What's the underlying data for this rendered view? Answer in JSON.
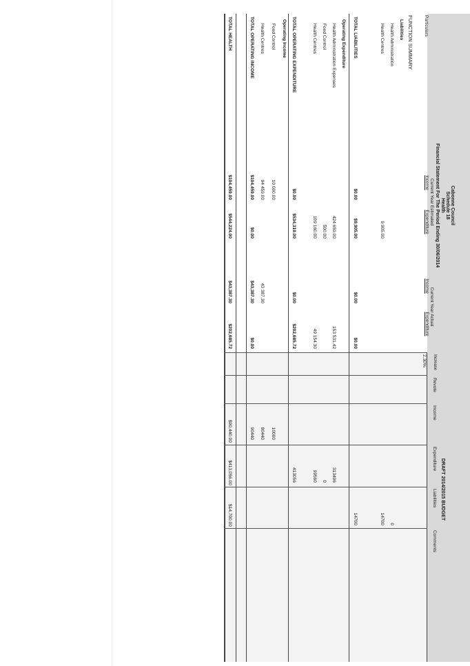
{
  "header": {
    "council": "Cabonne Council",
    "schedule": "Schedule 18",
    "function": "Health",
    "statement": "Financial Statement For The Period Ending 30/06/2014",
    "estimated_group": "Current Year Estimated",
    "est_income": "Income",
    "est_expenditure": "Expenditure",
    "actual_group": "Current Year Actual",
    "act_income": "Income",
    "act_expenditure": "Expenditure",
    "particulars": "Particulars",
    "draft": "DRAFT 2014/2015 BUDGET"
  },
  "columns": {
    "increase": "Increase",
    "revote": "Revote",
    "income": "Income",
    "expenditure": "Expenditure",
    "liabilities": "Liabilities",
    "comments": "Comments",
    "increase_rate": "2.30%"
  },
  "rows": {
    "function_summary": "FUNCTION SUMMARY",
    "liabilities": "Liabilities",
    "health_admin": "Health Administration",
    "health_centres": "Health Centres",
    "total_liabilities": "TOTAL LIABILITIES",
    "operating_expenditure": "Operating Expenditure",
    "health_admin_expenses": "Health Administration Expenses",
    "food_control": "Food Control",
    "total_operating_expenditure": "TOTAL OPERATING EXPENDITURE",
    "operating_income": "Operating Income",
    "total_operating_income": "TOTAL OPERATING INCOME",
    "total_health": "TOTAL HEALTH"
  },
  "values": {
    "est_inc": {
      "total_liabilities": "$0.00",
      "total_operating_expenditure": "$0.00",
      "food_control": "10 000.00",
      "health_centres": "94 459.00",
      "total_operating_income": "$104,459.00",
      "total_health": "$104,459.00"
    },
    "est_exp": {
      "health_centres_liab": "9 905.00",
      "total_liabilities": "$9,905.00",
      "health_admin_expenses": "424 659.00",
      "food_control": "500.00",
      "health_centres": "109 160.00",
      "total_operating_expenditure": "$534,319.00",
      "total_operating_income": "$0.00",
      "total_health": "$544,224.00"
    },
    "act_inc": {
      "total_liabilities": "$0.00",
      "total_operating_expenditure": "$0.00",
      "health_centres": "43 387.30",
      "total_operating_income": "$43,387.30",
      "total_health": "$43,387.30"
    },
    "act_exp": {
      "total_liabilities": "$0.00",
      "health_admin_expenses": "153 531.42",
      "health_centres": "49 154.30",
      "total_operating_expenditure": "$202,685.72",
      "total_operating_income": "$0.00",
      "total_health": "$202,685.72"
    },
    "draft_inc": {
      "food_control": "10000",
      "health_centres": "80440",
      "total_operating_income": "90440",
      "total_health": "$90,440.00"
    },
    "draft_exp": {
      "health_admin_expenses": "313496",
      "food_control": "0",
      "health_centres": "99560",
      "total_operating_expenditure": "413056",
      "total_health": "$413,056.00"
    },
    "draft_liab": {
      "health_admin": "0",
      "health_centres": "14700",
      "total_liabilities": "14700",
      "total_health": "$14,700.00"
    }
  }
}
